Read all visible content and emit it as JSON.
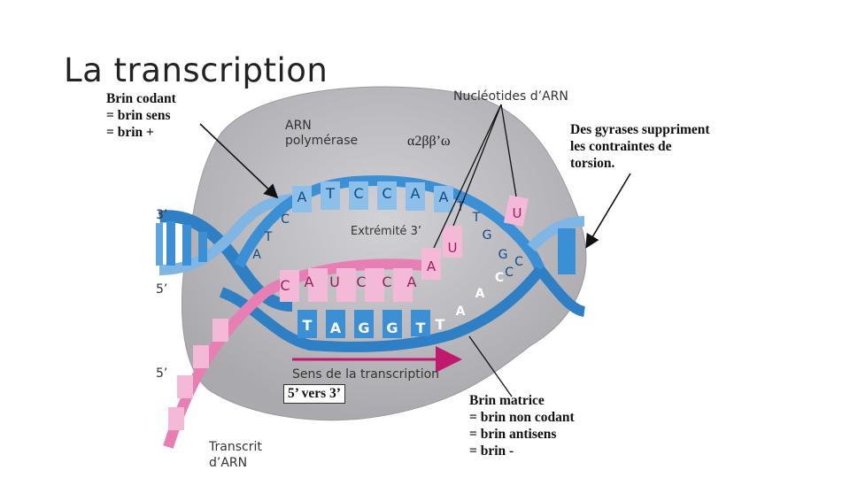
{
  "slide": {
    "title": "La transcription",
    "annotations": {
      "coding_strand": "Brin codant\n= brin sens\n= brin +",
      "gyrases": "Des gyrases suppriment\nles contraintes de\ntorsion.",
      "direction_box": "5’ vers 3’",
      "template_strand": "Brin matrice\n= brin non codant\n= brin antisens\n= brin -"
    }
  },
  "figure": {
    "labels": {
      "polymerase": "ARN\npolymérase",
      "subunits": "α2ββ’ω",
      "nucleotides": "Nucléotides d’ARN",
      "extremity": "Extrémité 3’",
      "end_top": "3’",
      "end_mid": "5’",
      "end_bottom": "5’",
      "direction": "Sens de la transcription",
      "transcript": "Transcrit\nd’ARN"
    },
    "coding_bases": [
      "A",
      "T",
      "C",
      "C",
      "A",
      "A"
    ],
    "coding_bases_left": [
      "A",
      "T",
      "C"
    ],
    "coding_bases_right": [
      "T",
      "T",
      "G",
      "G",
      "C",
      "C"
    ],
    "rna_bases": [
      "C",
      "A",
      "U",
      "C",
      "C",
      "A"
    ],
    "template_bases": [
      "T",
      "A",
      "G",
      "G",
      "T",
      "T"
    ],
    "template_bases_right": [
      "A",
      "A",
      "C"
    ],
    "free_nucleotides": [
      "U",
      "U",
      "A"
    ],
    "colors": {
      "dna": "#3b8fd4",
      "dna_light": "#9cc8ec",
      "rna": "#e87fb4",
      "rna_light": "#f3b9d6",
      "polymerase": "#b8b8bc",
      "arrow": "#c01a6e"
    }
  }
}
